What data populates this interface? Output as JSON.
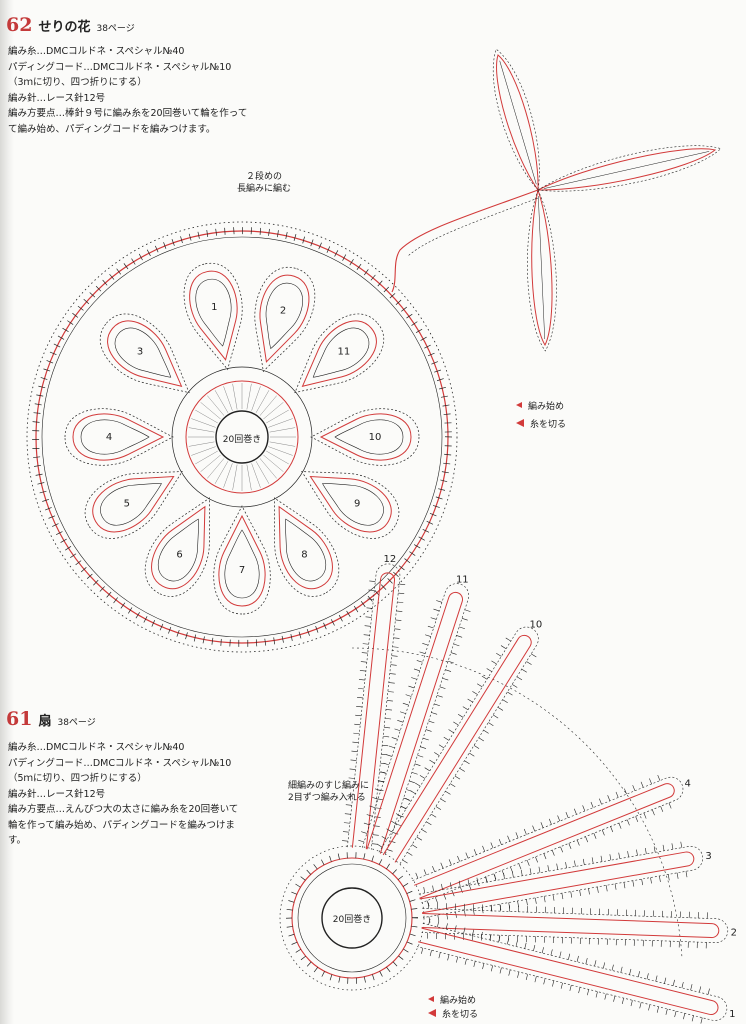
{
  "pattern62": {
    "number": "62",
    "title": "せりの花",
    "page_ref": "38ページ",
    "specs": [
      "編み糸…DMCコルドネ・スペシャル№40",
      "パディングコード…DMCコルドネ・スペシャル№10",
      "（3ｍに切り、四つ折りにする）",
      "編み針…レース針12号",
      "編み方要点…棒針９号に編み糸を20回巻いて輪を作って",
      "て編み始め、パディングコードを編みつけます。"
    ],
    "note_line1": "２段めの",
    "note_line2": "長編みに編む",
    "center_label": "20回巻き",
    "petal_numbers": [
      "1",
      "2",
      "3",
      "4",
      "5",
      "6",
      "7",
      "8",
      "9",
      "10",
      "11"
    ],
    "legend": {
      "start": "編み始め",
      "cut": "糸を切る"
    }
  },
  "pattern61": {
    "number": "61",
    "title": "扇",
    "page_ref": "38ページ",
    "specs": [
      "編み糸…DMCコルドネ・スペシャル№40",
      "パディングコード…DMCコルドネ・スペシャル№10",
      "（5ｍに切り、四つ折りにする）",
      "編み針…レース針12号",
      "編み方要点…えんぴつ大の太さに編み糸を20回巻いて",
      "輪を作って編み始め、パディングコードを編みつけま",
      "す。"
    ],
    "note_line1": "細編みのすじ編みに",
    "note_line2": "2目ずつ編み入れる",
    "center_label": "20回巻き",
    "rib_numbers": [
      "1",
      "2",
      "3",
      "4",
      "10",
      "11",
      "12"
    ],
    "legend": {
      "start": "編み始め",
      "cut": "糸を切る"
    }
  },
  "colors": {
    "accent": "#c43a3a",
    "red_line": "#d23a3a",
    "ink": "#222222"
  }
}
